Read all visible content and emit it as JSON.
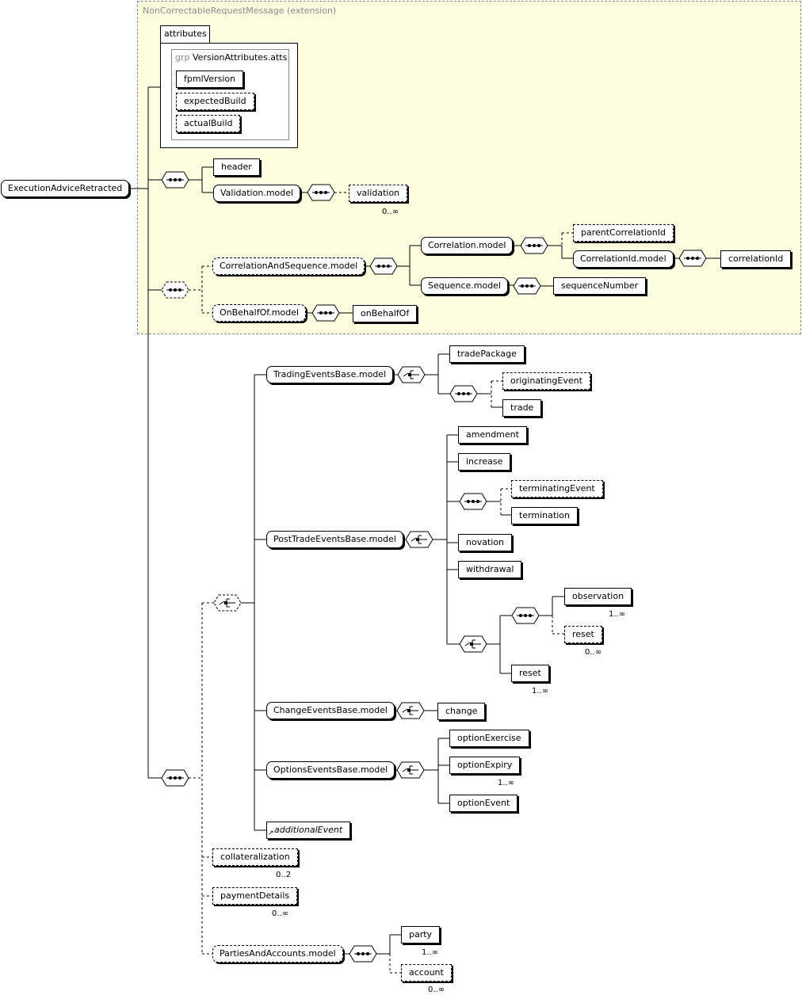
{
  "extension": {
    "label": "NonCorrectableRequestMessage (extension)",
    "attributes_tab": "attributes",
    "attribute_group": {
      "keyword": "grp",
      "name": "VersionAttributes.atts",
      "items": [
        "fpmlVersion",
        "expectedBuild",
        "actualBuild"
      ]
    }
  },
  "root": "ExecutionAdviceRetracted",
  "elements": {
    "header": "header",
    "validation_model": "Validation.model",
    "validation": "validation",
    "correlation_and_sequence_model": "CorrelationAndSequence.model",
    "correlation_model": "Correlation.model",
    "parent_correlation_id": "parentCorrelationId",
    "correlation_id_model": "CorrelationId.model",
    "correlation_id": "correlationId",
    "sequence_model": "Sequence.model",
    "sequence_number": "sequenceNumber",
    "on_behalf_of_model": "OnBehalfOf.model",
    "on_behalf_of": "onBehalfOf",
    "trading_events_base_model": "TradingEventsBase.model",
    "trade_package": "tradePackage",
    "originating_event": "originatingEvent",
    "trade": "trade",
    "post_trade_events_base_model": "PostTradeEventsBase.model",
    "amendment": "amendment",
    "increase": "increase",
    "terminating_event": "terminatingEvent",
    "termination": "termination",
    "novation": "novation",
    "withdrawal": "withdrawal",
    "observation": "observation",
    "reset_optional": "reset",
    "reset": "reset",
    "change_events_base_model": "ChangeEventsBase.model",
    "change": "change",
    "options_events_base_model": "OptionsEventsBase.model",
    "option_exercise": "optionExercise",
    "option_expiry": "optionExpiry",
    "option_event": "optionEvent",
    "additional_event": "additionalEvent",
    "collateralization": "collateralization",
    "payment_details": "paymentDetails",
    "parties_and_accounts_model": "PartiesAndAccounts.model",
    "party": "party",
    "account": "account"
  },
  "cardinalities": {
    "validation": "0..∞",
    "observation": "1..∞",
    "reset_optional": "0..∞",
    "reset": "1..∞",
    "option_expiry": "1..∞",
    "collateralization": "0..2",
    "payment_details": "0..∞",
    "party": "1..∞",
    "account": "0..∞"
  }
}
